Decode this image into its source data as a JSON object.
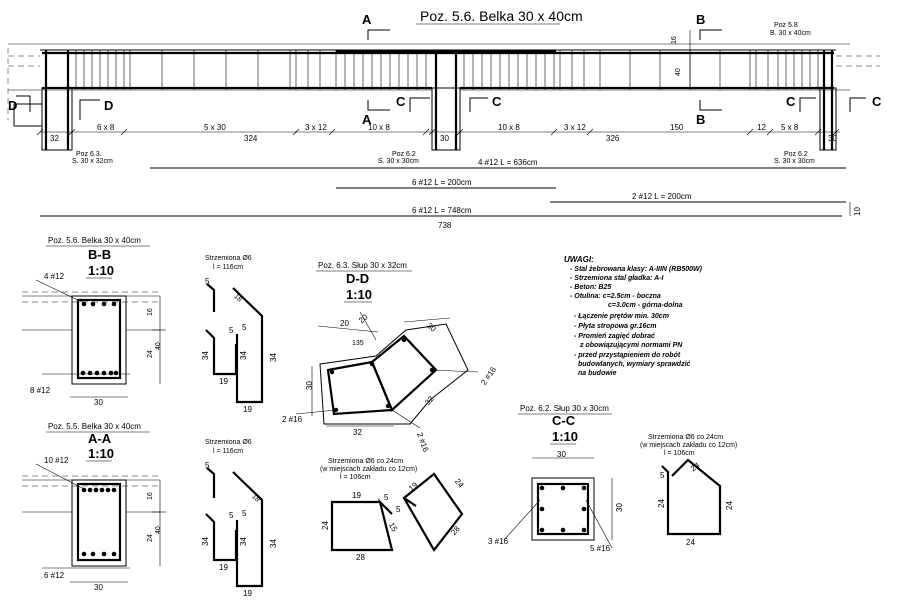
{
  "title": "Poz. 5.6. Belka 30 x 40cm",
  "elevation": {
    "markers": {
      "A": "A",
      "B": "B",
      "C": "C",
      "D": "D"
    },
    "right_label_1": "Poz 5.8",
    "right_label_2": "B. 30 x 40cm",
    "dim_height_16": "16",
    "dim_height_40": "40",
    "top_dims": [
      "32",
      "6 x 8",
      "5 x 30",
      "324",
      "3 x 12",
      "10 x 8",
      "30",
      "10 x 8",
      "3 x 12",
      "326",
      "150",
      "12",
      "5 x 8",
      "30"
    ],
    "poz63_1": "Poz 6.3.",
    "poz63_2": "S. 30 x 32cm",
    "poz62a_1": "Poz 6.2",
    "poz62a_2": "S. 30 x 30cm",
    "poz62b_1": "Poz 6.2",
    "poz62b_2": "S. 30 x 30cm",
    "bar1": "4 #12   L = 636cm",
    "bar2": "6 #12   L = 200cm",
    "bar3": "2 #12    L = 200cm",
    "bar4": "6 #12   L = 748cm",
    "total_length": "738",
    "end_dim": "10"
  },
  "section_bb": {
    "caption": "Poz. 5.6. Belka 30 x 40cm",
    "name": "B-B",
    "scale": "1:10",
    "top_bars": "4 #12",
    "bottom_bars": "8 #12",
    "width": "30",
    "h16": "16",
    "h24": "24",
    "h40": "40"
  },
  "stirrup_bb": {
    "title": "Strzemiona Ø6",
    "length": "l = 116cm",
    "d5a": "5",
    "d18": "18",
    "d5b": "5",
    "d5c": "5",
    "d34a": "34",
    "d34b": "34",
    "d34c": "34",
    "d19a": "19",
    "d19b": "19"
  },
  "section_aa": {
    "caption": "Poz. 5.5. Belka 30 x 40cm",
    "name": "A-A",
    "scale": "1:10",
    "top_bars": "10 #12",
    "bottom_bars": "6 #12",
    "width": "30",
    "h16": "16",
    "h24": "24",
    "h40": "40"
  },
  "stirrup_aa": {
    "title": "Strzemiona Ø6",
    "length": "l = 116cm",
    "d5a": "5",
    "d18": "18",
    "d5b": "5",
    "d5c": "5",
    "d34a": "34",
    "d34b": "34",
    "d34c": "34",
    "d19a": "19",
    "d19b": "19"
  },
  "section_dd": {
    "caption": "Poz. 6.3. Słup 30 x 32cm",
    "name": "D-D",
    "scale": "1:10",
    "d20a": "20",
    "d20b": "20",
    "d135": "135",
    "d30a": "30",
    "d30b": "30",
    "d32a": "32",
    "d32b": "32",
    "bars_left": "2 #16",
    "bars_right_top": "2 #16",
    "bars_bottom": "2 #16"
  },
  "stirrup_dd": {
    "title": "Strzemiona Ø6 co 24cm",
    "subtitle": "(w miejscach zakładu co 12cm)",
    "length": "l = 106cm",
    "d19": "19",
    "d24": "24",
    "d28": "28",
    "d5": "5",
    "d15": "15",
    "r19": "19",
    "r24": "24",
    "r28": "28",
    "r5": "5"
  },
  "section_cc": {
    "caption": "Poz. 6.2. Słup 30 x 30cm",
    "name": "C-C",
    "scale": "1:10",
    "width": "30",
    "height": "30",
    "bars_left": "3 #16",
    "bars_right": "5 #16"
  },
  "stirrup_cc": {
    "title": "Strzemiona Ø6 co 24cm",
    "subtitle": "(w miejscach zakładu co 12cm)",
    "length": "l = 106cm",
    "d5": "5",
    "d24a": "24",
    "d24b": "24",
    "d24c": "24"
  },
  "notes": {
    "title": "UWAGI:",
    "items": [
      "- Stal żebrowana klasy: A-IIIN (RB500W)",
      "- Strzemiona stal gładka: A-I",
      "- Beton: B25",
      "- Otulina:   c=2.5cm - boczna",
      "c=3.0cm - górna-dolna",
      "- Łączenie prętów min. 30cm",
      "- Płyta stropowa gr.16cm",
      "- Promień zagięć dobrać",
      "z obowiązującymi normami PN",
      "- przed przystąpieniem do robót",
      "budowlanych, wymiary sprawdzić",
      "na budowie"
    ]
  }
}
